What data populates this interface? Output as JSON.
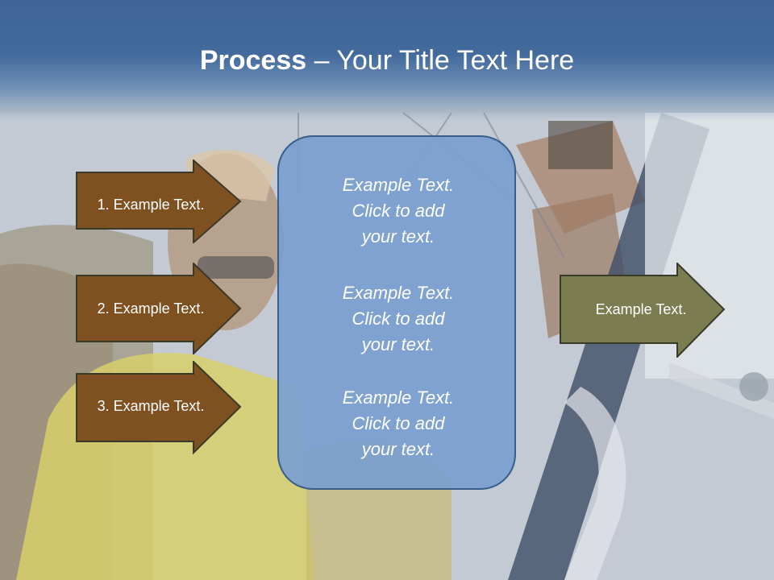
{
  "slide": {
    "title_bold": "Process",
    "title_rest": " – Your Title Text Here"
  },
  "input_steps": [
    {
      "label": "1. Example Text."
    },
    {
      "label": "2. Example Text."
    },
    {
      "label": "3. Example Text."
    }
  ],
  "center_box": {
    "paragraphs": [
      [
        "Example Text.",
        "Click  to add",
        "your text."
      ],
      [
        "Example Text.",
        "Click  to add",
        "your text."
      ],
      [
        "Example Text.",
        "Click  to add",
        "your text."
      ]
    ]
  },
  "output_step": {
    "label": "Example Text."
  },
  "colors": {
    "header_blue": "#3f6597",
    "input_arrow_fill": "#7f5020",
    "output_arrow_fill": "#7b7d50",
    "center_box_fill": "#7a9ecf",
    "outline": "#3a3a2a"
  }
}
